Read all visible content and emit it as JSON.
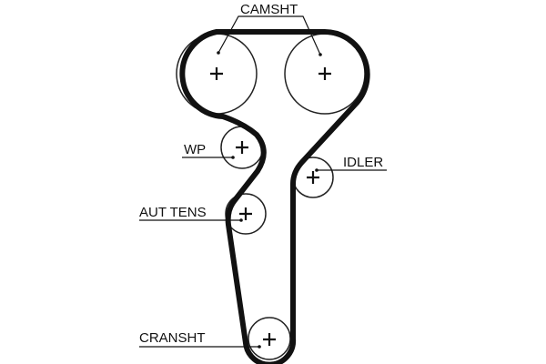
{
  "labels": {
    "camshaft": "CAMSHT",
    "water_pump": "WP",
    "idler": "IDLER",
    "auto_tensioner": "AUT TENS",
    "crankshaft": "CRANSHT"
  },
  "colors": {
    "belt": "#111111",
    "pulley": "#222222",
    "background": "#ffffff"
  }
}
